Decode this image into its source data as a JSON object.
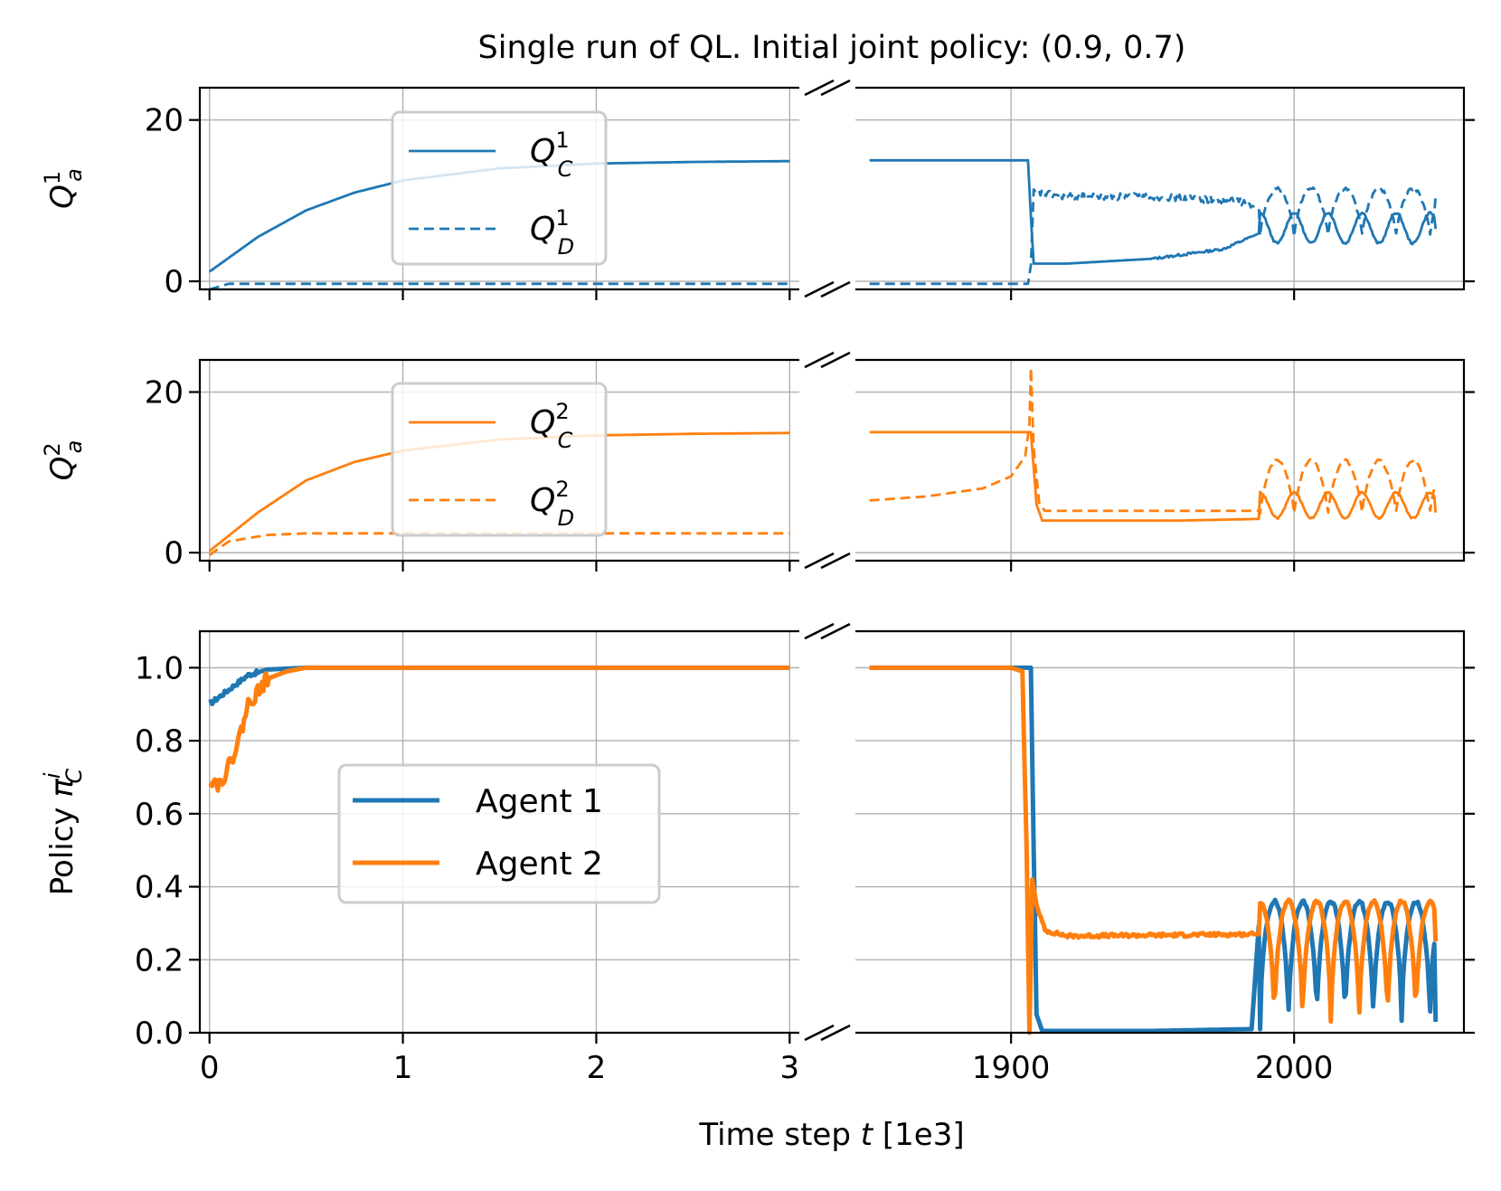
{
  "title": "Single run of QL. Initial joint policy: (0.9, 0.7)",
  "xlabel": "Time step t [1e3]",
  "colors": {
    "agent1": "#1f77b4",
    "agent2": "#ff7f0e"
  },
  "panels": {
    "q1": {
      "ylabel": "Q1a",
      "ylabel_text": "Q",
      "ylabel_sup": "1",
      "ylabel_sub": "a",
      "yticks": [
        "0",
        "20"
      ]
    },
    "q2": {
      "ylabel": "Q2a",
      "ylabel_text": "Q",
      "ylabel_sup": "2",
      "ylabel_sub": "a",
      "yticks": [
        "0",
        "20"
      ]
    },
    "pi": {
      "ylabel": "Policy πiC",
      "ylabel_text": "Policy π",
      "ylabel_sup": "i",
      "ylabel_sub": "C",
      "yticks": [
        "0.0",
        "0.2",
        "0.4",
        "0.6",
        "0.8",
        "1.0"
      ]
    }
  },
  "xticks_left": [
    "0",
    "1",
    "2",
    "3"
  ],
  "xticks_right": [
    "1900",
    "2000"
  ],
  "legends": {
    "q1": [
      {
        "base": "Q",
        "sup": "1",
        "sub": "C"
      },
      {
        "base": "Q",
        "sup": "1",
        "sub": "D"
      }
    ],
    "q2": [
      {
        "base": "Q",
        "sup": "2",
        "sub": "C"
      },
      {
        "base": "Q",
        "sup": "2",
        "sub": "D"
      }
    ],
    "pi": [
      {
        "label": "Agent 1"
      },
      {
        "label": "Agent 2"
      }
    ]
  },
  "chart_data": [
    {
      "type": "line",
      "panel": "Q^1_a",
      "xlim_left": [
        -0.05,
        3.05
      ],
      "xlim_right": [
        1845,
        2060
      ],
      "ylim": [
        -1,
        24
      ],
      "series": [
        {
          "name": "Q^1_C",
          "style": "solid",
          "color": "#1f77b4",
          "left": {
            "x": [
              0,
              0.25,
              0.5,
              0.75,
              1.0,
              1.5,
              2.0,
              2.5,
              3.0
            ],
            "y": [
              1.2,
              5.5,
              8.8,
              11.0,
              12.5,
              14.0,
              14.6,
              14.8,
              14.9
            ]
          },
          "right": {
            "x": [
              1850,
              1890,
              1906,
              1907,
              1908,
              1920,
              1950,
              1975,
              1988,
              2000,
              2050
            ],
            "y": [
              15,
              15,
              15,
              8,
              2.2,
              2.2,
              2.8,
              4,
              6,
              5.5,
              6.5
            ]
          }
        },
        {
          "name": "Q^1_D",
          "style": "dashed",
          "color": "#1f77b4",
          "left": {
            "x": [
              0,
              0.1,
              0.5,
              1.0,
              2.0,
              3.0
            ],
            "y": [
              -1,
              -0.3,
              -0.3,
              -0.3,
              -0.3,
              -0.3
            ]
          },
          "right": {
            "x": [
              1850,
              1890,
              1906,
              1907,
              1908,
              1920,
              1950,
              1980,
              1988,
              2000,
              2050
            ],
            "y": [
              -0.3,
              -0.3,
              -0.3,
              2,
              11,
              10.5,
              10.5,
              10,
              9,
              9,
              10.5
            ]
          }
        }
      ]
    },
    {
      "type": "line",
      "panel": "Q^2_a",
      "xlim_left": [
        -0.05,
        3.05
      ],
      "xlim_right": [
        1845,
        2060
      ],
      "ylim": [
        -1,
        24
      ],
      "series": [
        {
          "name": "Q^2_C",
          "style": "solid",
          "color": "#ff7f0e",
          "left": {
            "x": [
              0,
              0.25,
              0.5,
              0.75,
              1.0,
              1.5,
              2.0,
              2.5,
              3.0
            ],
            "y": [
              0.2,
              5,
              9,
              11.3,
              12.7,
              14.1,
              14.6,
              14.8,
              14.9
            ]
          },
          "right": {
            "x": [
              1850,
              1906,
              1907,
              1909,
              1911,
              1930,
              1960,
              1988,
              2000,
              2050
            ],
            "y": [
              15,
              15,
              15,
              6,
              4,
              4,
              4,
              4.2,
              5,
              5
            ]
          }
        },
        {
          "name": "Q^2_D",
          "style": "dashed",
          "color": "#ff7f0e",
          "left": {
            "x": [
              0,
              0.1,
              0.3,
              0.5,
              1.0,
              2.0,
              3.0
            ],
            "y": [
              -0.3,
              1.4,
              2.2,
              2.4,
              2.4,
              2.4,
              2.4
            ]
          },
          "right": {
            "x": [
              1850,
              1870,
              1890,
              1900,
              1905,
              1906.5,
              1907,
              1908,
              1910,
              1912,
              1930,
              1988,
              2000,
              2050
            ],
            "y": [
              6.5,
              7,
              8,
              9.5,
              12,
              16,
              23,
              13,
              6,
              5.2,
              5.2,
              5.2,
              8,
              8
            ]
          }
        }
      ]
    },
    {
      "type": "line",
      "panel": "Policy pi^i_C",
      "xlim_left": [
        -0.05,
        3.05
      ],
      "xlim_right": [
        1845,
        2060
      ],
      "ylim": [
        0,
        1.1
      ],
      "series": [
        {
          "name": "Agent 1",
          "style": "solid",
          "color": "#1f77b4",
          "left": {
            "x": [
              0,
              0.1,
              0.2,
              0.3,
              0.5,
              1.0,
              2.0,
              3.0
            ],
            "y": [
              0.9,
              0.94,
              0.98,
              0.995,
              1.0,
              1.0,
              1.0,
              1.0
            ]
          },
          "right": {
            "x": [
              1850,
              1900,
              1907,
              1908,
              1909,
              1911,
              1950,
              1985,
              1988,
              2050
            ],
            "y": [
              1.0,
              1.0,
              1.0,
              0.5,
              0.05,
              0.005,
              0.005,
              0.01,
              0.35,
              0.03
            ]
          }
        },
        {
          "name": "Agent 2",
          "style": "solid",
          "color": "#ff7f0e",
          "left": {
            "x": [
              0,
              0.05,
              0.1,
              0.15,
              0.2,
              0.3,
              0.4,
              0.5,
              1.0,
              3.0
            ],
            "y": [
              0.7,
              0.68,
              0.73,
              0.8,
              0.9,
              0.97,
              0.99,
              1.0,
              1.0,
              1.0
            ]
          },
          "right": {
            "x": [
              1850,
              1900,
              1904,
              1905.5,
              1906.5,
              1907.5,
              1909,
              1912,
              1920,
              1988,
              2000,
              2050
            ],
            "y": [
              1.0,
              1.0,
              0.99,
              0.5,
              0.0,
              0.42,
              0.35,
              0.28,
              0.265,
              0.27,
              0.36,
              0.25
            ]
          }
        }
      ]
    }
  ]
}
